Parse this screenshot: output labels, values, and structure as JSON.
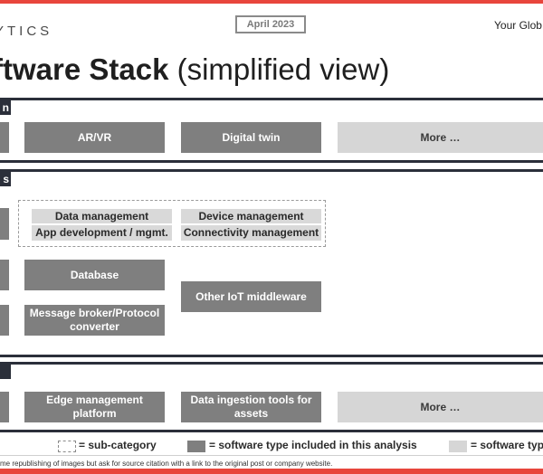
{
  "header": {
    "date": "April 2023",
    "brand": "YTICS",
    "tagline": "Your Glob",
    "title_bold": "ftware Stack",
    "title_rest": " (simplified view)"
  },
  "sections": {
    "top": {
      "tab": "n",
      "items": [
        "AR/VR",
        "Digital twin",
        "More …"
      ]
    },
    "middle": {
      "tab": "s",
      "subcategories": [
        "Data management",
        "Device management",
        "App development / mgmt.",
        "Connectivity management"
      ],
      "items": [
        "Database",
        "Message broker/Protocol converter",
        "Other IoT middleware"
      ]
    },
    "bottom": {
      "tab": "",
      "items": [
        "Edge management platform",
        "Data ingestion tools for assets",
        "More …"
      ]
    }
  },
  "legend": {
    "subcategory": "= sub-category",
    "included": "= software type included in this analysis",
    "other": "= software typ"
  },
  "footnote": "me republishing of images but ask for source citation with a link to the original post or company website.",
  "colors": {
    "accent": "#e8453c",
    "dark_box": "#7f7f7f",
    "light_box": "#d6d6d6",
    "section_border": "#2b2f3a"
  }
}
